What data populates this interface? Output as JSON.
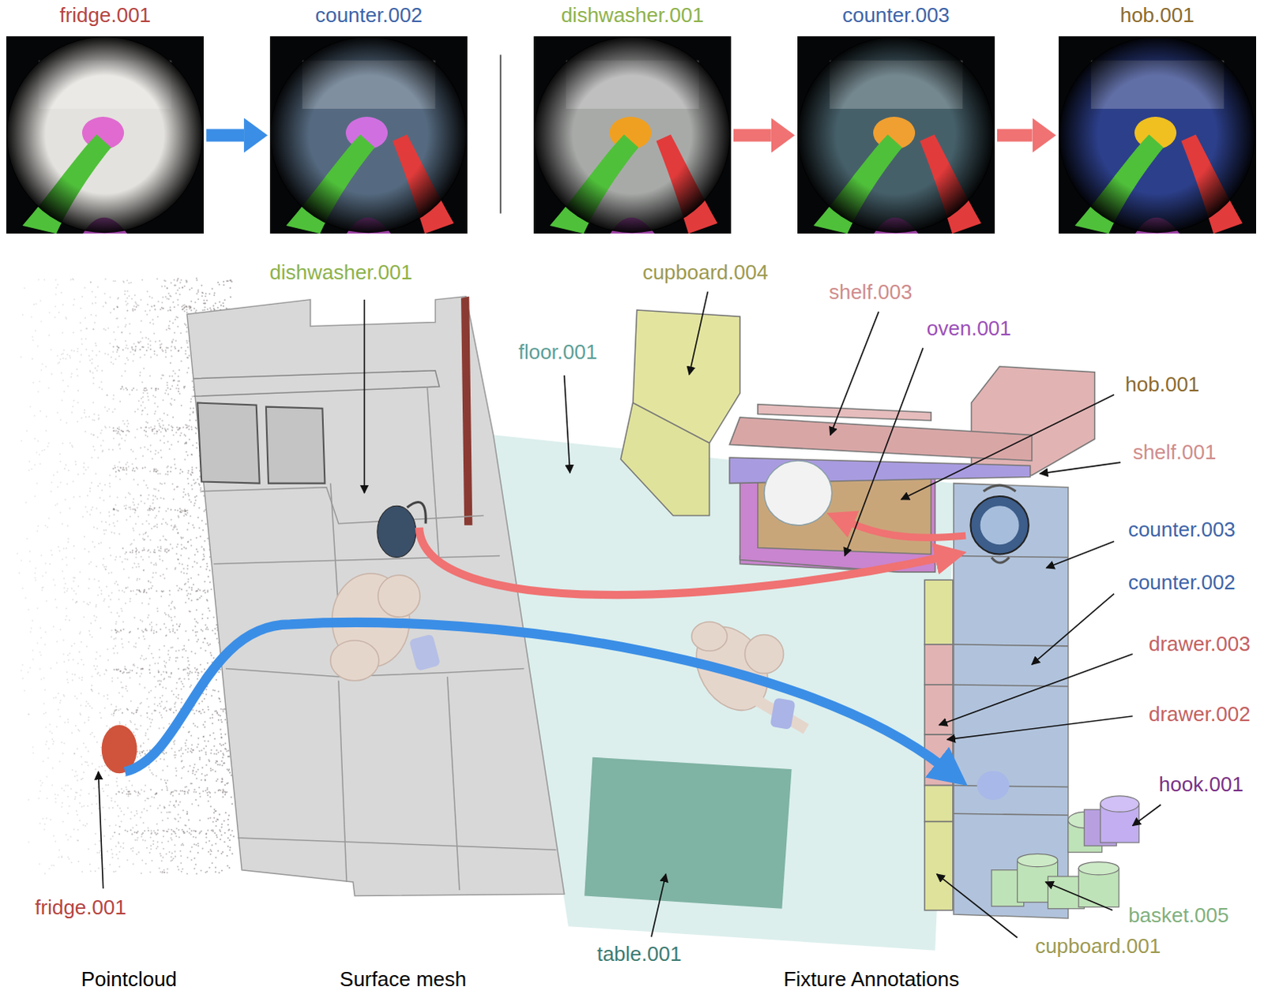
{
  "diagram": {
    "nodes": [
      {
        "text": [
          "fridge.001"
        ]
      },
      {
        "text": [
          "counter.002"
        ]
      },
      {
        "text": [
          "dishwasher.001"
        ]
      },
      {
        "text": [
          "counter.003"
        ]
      },
      {
        "text": [
          "hob.001"
        ]
      }
    ],
    "edges": [
      {
        "from": 0,
        "to": 1,
        "arrow": "to"
      },
      {
        "from": 2,
        "to": 3,
        "arrow": "to"
      },
      {
        "from": 3,
        "to": 4,
        "arrow": "to"
      }
    ],
    "labels": [
      "dishwasher.001",
      "cupboard.004",
      "shelf.003",
      "oven.001",
      "floor.001",
      "hob.001",
      "shelf.001",
      "counter.003",
      "counter.002",
      "drawer.003",
      "drawer.002",
      "hook.001",
      "basket.005",
      "fridge.001",
      "cupboard.001",
      "table.001",
      "Pointcloud",
      "Surface mesh",
      "Fixture Annotations"
    ]
  }
}
